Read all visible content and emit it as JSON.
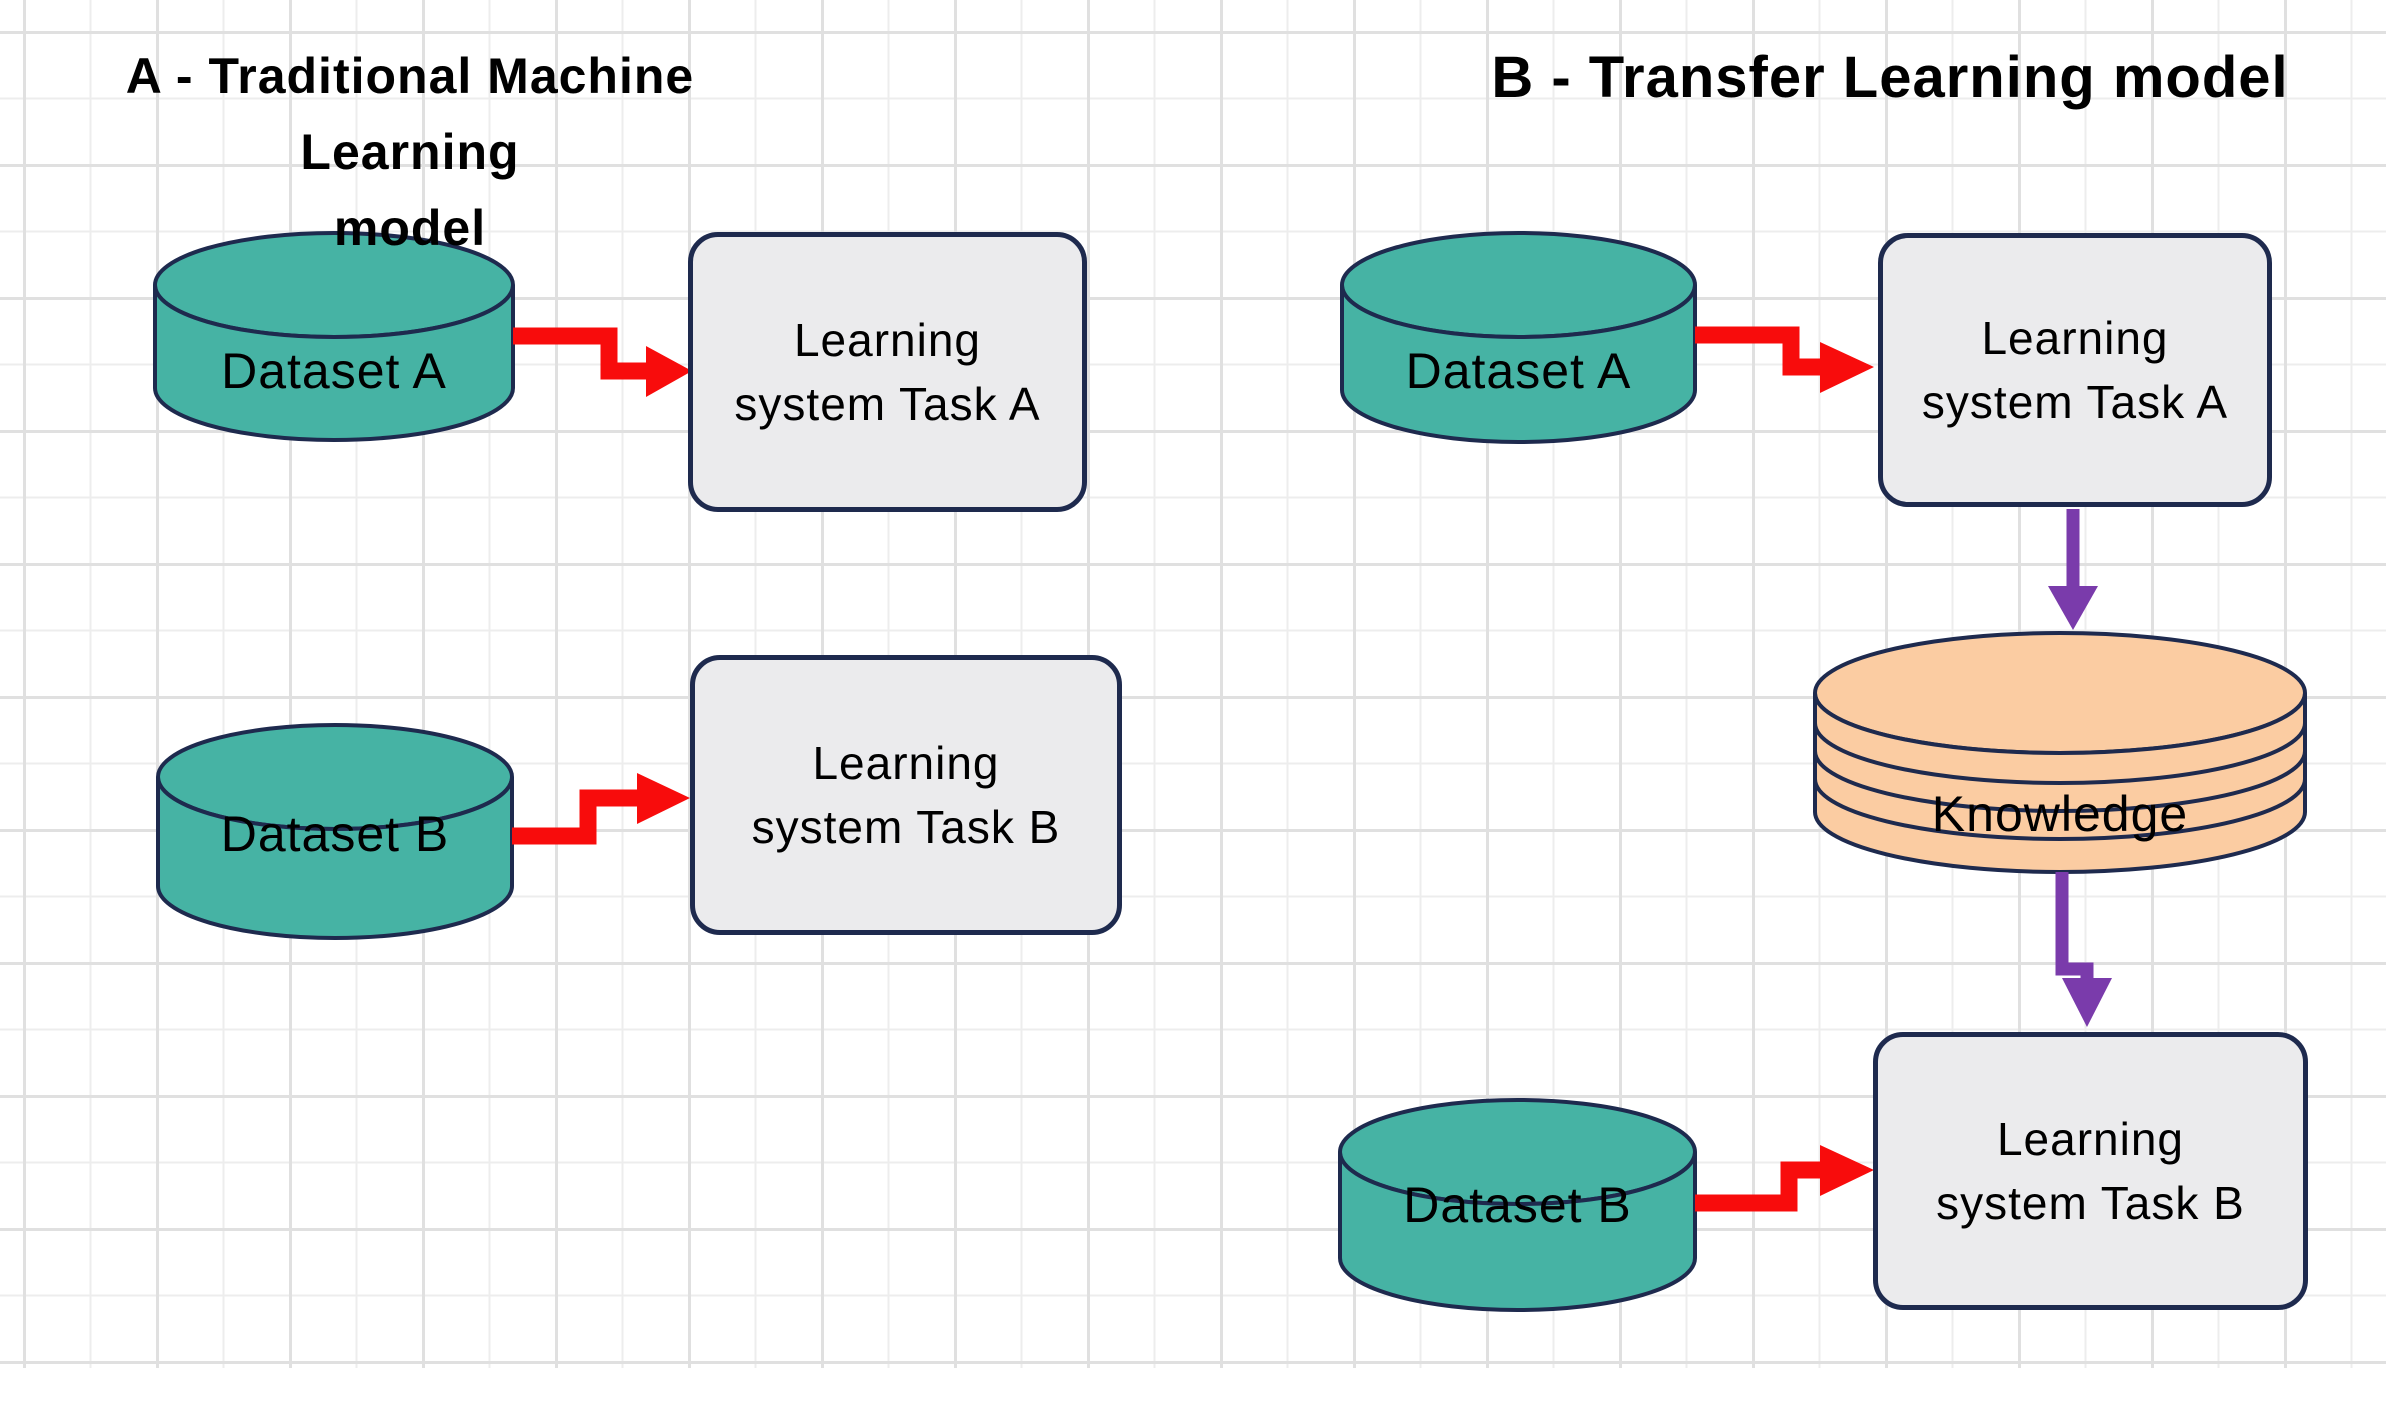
{
  "titles": {
    "left": "A - Traditional Machine Learning\nmodel",
    "right": "B - Transfer Learning model"
  },
  "left_diagram": {
    "dataset_a_label": "Dataset A",
    "dataset_b_label": "Dataset B",
    "task_a_label": "Learning\nsystem Task A",
    "task_b_label": "Learning\nsystem Task B"
  },
  "right_diagram": {
    "dataset_a_label": "Dataset A",
    "dataset_b_label": "Dataset B",
    "task_a_label": "Learning\nsystem Task A",
    "knowledge_label": "Knowledge",
    "task_b_label": "Learning\nsystem Task B"
  },
  "colors": {
    "dataset_cylinder_fill": "#46b3a4",
    "knowledge_cylinder_fill": "#fbcca2",
    "box_fill": "#ebebed",
    "outline_navy": "#1e2a4e",
    "arrow_red": "#f80c0c",
    "arrow_purple": "#7a3bab",
    "grid_line_minor": "#ededed",
    "grid_line_major": "#e0e0e0",
    "background": "#ffffff",
    "text": "#000000"
  }
}
